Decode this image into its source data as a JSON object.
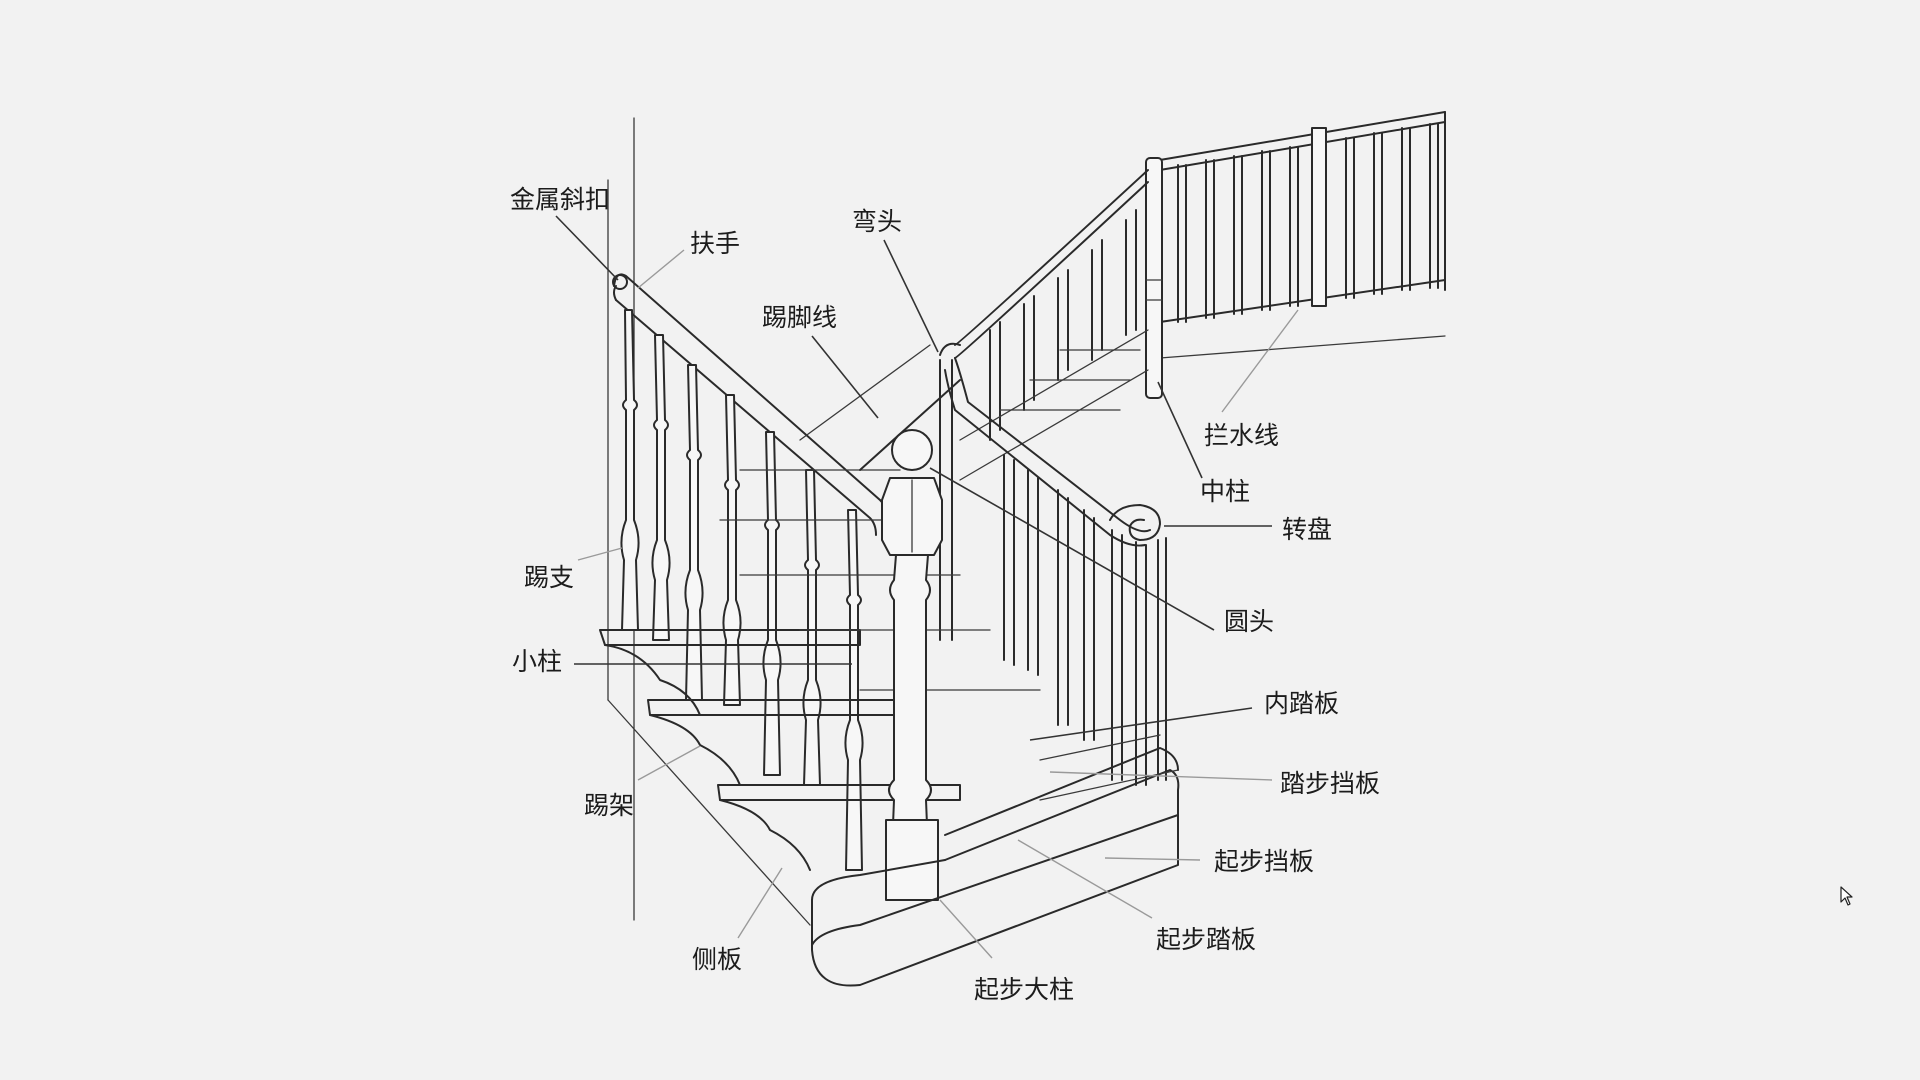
{
  "diagram": {
    "labels": {
      "jinshu_xiekou": "金属斜扣",
      "fushou": "扶手",
      "wantou": "弯头",
      "tijiaoxian": "踢脚线",
      "lanshuixian": "拦水线",
      "zhongzhu": "中柱",
      "zhuanpan": "转盘",
      "tizhi": "踢支",
      "yuantou": "圆头",
      "xiaozhu": "小柱",
      "neitaban": "内踏板",
      "tabu_dangban": "踏步挡板",
      "tijia": "踢架",
      "qibu_dangban": "起步挡板",
      "qibu_taban": "起步踏板",
      "ceban": "侧板",
      "qibu_dazhu": "起步大柱"
    }
  },
  "cursor": {
    "icon": "mouse-pointer-icon"
  }
}
